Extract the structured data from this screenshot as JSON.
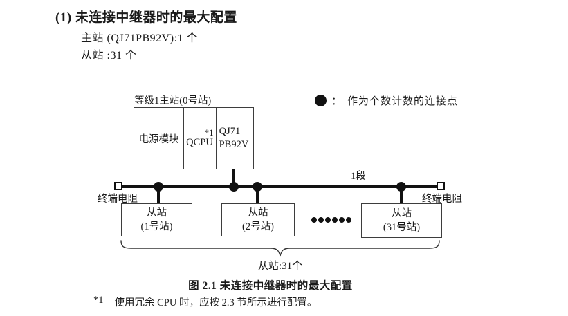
{
  "document": {
    "heading": "(1) 未连接中继器时的最大配置",
    "master_line": "主站 (QJ71PB92V):1 个",
    "slave_line": "从站 :31 个",
    "figure_caption": "图 2.1 未连接中继器时的最大配置",
    "footnote": {
      "marker": "*1",
      "text": "使用冗余 CPU 时，应按 2.3 节所示进行配置。"
    }
  },
  "legend": {
    "separator": "：",
    "label": "作为个数计数的连接点"
  },
  "diagram": {
    "master_station": {
      "title": "等级1主站(0号站)",
      "power_module": "电源模块",
      "cpu": "QCPU",
      "cpu_note": "*1",
      "network_module_line1": "QJ71",
      "network_module_line2": "PB92V"
    },
    "segment_label": "1段",
    "terminator_left_label": "终端电阻",
    "terminator_right_label": "终端电阻",
    "slaves": [
      {
        "name": "从站",
        "station": "(1号站)"
      },
      {
        "name": "从站",
        "station": "(2号站)"
      },
      {
        "name": "从站",
        "station": "(31号站)"
      }
    ],
    "ellipsis_dot_count": 6,
    "brace_label": "从站:31个"
  },
  "colors": {
    "text": "#1a1a1a",
    "line": "#111111",
    "border": "#3d3d3d",
    "background": "#ffffff"
  }
}
